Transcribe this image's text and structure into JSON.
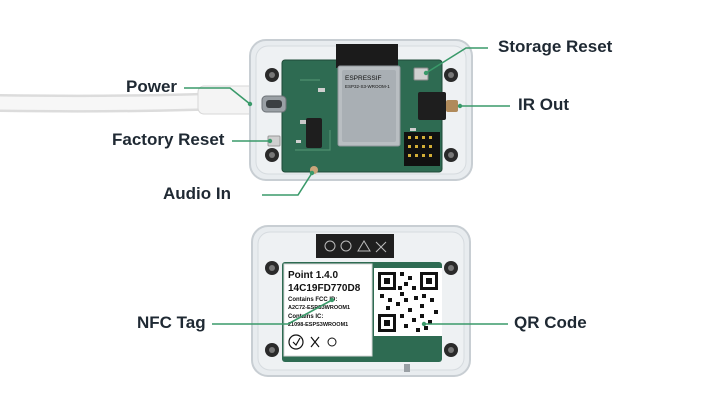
{
  "callouts": {
    "power": "Power",
    "factory_reset": "Factory Reset",
    "audio_in": "Audio In",
    "storage_reset": "Storage Reset",
    "ir_out": "IR Out",
    "nfc_tag": "NFC Tag",
    "qr_code": "QR Code"
  },
  "chip": {
    "brand": "ESPRESSIF",
    "model": "ESP32-S3-WROOM-1"
  },
  "label": {
    "title": "Point 1.4.0",
    "serial": "14C19FD770D8",
    "fcc_heading": "Contains FCC ID:",
    "fcc_id": "A2C72-ESPS3WROOM1",
    "ic_heading": "Contains IC:",
    "ic_id": "21098-ESPS3WROOM1"
  },
  "colors": {
    "callout_line": "#3a9a6a",
    "pcb_green": "#2e6b52",
    "case": "#e6eaed",
    "cable": "#f2f2f2"
  }
}
